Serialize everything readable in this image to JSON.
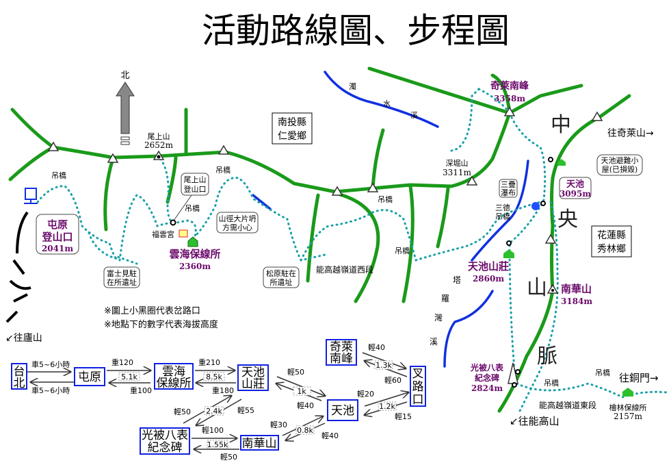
{
  "title": "活動路線圖、步程圖",
  "north": "北",
  "regions": {
    "nantou": [
      "南投縣",
      "仁愛鄉"
    ],
    "hualien": [
      "花蓮縣",
      "秀林鄉"
    ]
  },
  "range_chars": [
    "中",
    "央",
    "山",
    "脈"
  ],
  "rivers": {
    "zhuoshui": [
      "濁",
      "水",
      "溪"
    ],
    "taroko": [
      "塔",
      "羅",
      "灣",
      "溪"
    ]
  },
  "places": {
    "tunyuan": {
      "name1": "屯原",
      "name2": "登山口",
      "elev": "2041m"
    },
    "yunhai": {
      "name": "雲海保線所",
      "elev": "2360m"
    },
    "weishang_peak": {
      "name": "尾上山",
      "elev": "2652m"
    },
    "weishang_trailhead": [
      "尾上山",
      "登山口"
    ],
    "fuyun": "福雲宮",
    "fujian": [
      "富士見駐",
      "在所遺址"
    ],
    "songyuan": [
      "松原駐在",
      "所遺址"
    ],
    "landslide": [
      "山徑大片坍",
      "方需小心"
    ],
    "nenggao_west": "能高越嶺道西段",
    "shenjue": {
      "name": "深堀山",
      "elev": "3311m"
    },
    "qilai_south": {
      "name": "奇萊南峰",
      "elev": "3358m"
    },
    "to_qilai": "往奇萊山→",
    "shelter": [
      "天池避難小",
      "屋(已損毀)"
    ],
    "tianchi": {
      "name": "天池",
      "elev": "3095m"
    },
    "sandie": [
      "三疊",
      "瀑布"
    ],
    "sande": [
      "三德",
      "吊橋"
    ],
    "tianchi_lodge": {
      "name": "天池山莊",
      "elev": "2860m"
    },
    "nanhua": {
      "name": "南華山",
      "elev": "3184m"
    },
    "guangbei": {
      "name1": "光被八表",
      "name2": "紀念碑",
      "elev": "2824m"
    },
    "nenggao_east": "能高越嶺道東段",
    "kuailin": {
      "name": "檜林保線所",
      "elev": "2157m"
    },
    "to_tongmen": "往銅門→",
    "to_nenggao": "↙往能高山",
    "to_lushan": "↙往廬山",
    "bridge": "吊橋"
  },
  "notes": [
    "※圖上小黑圈代表岔路口",
    "※地點下的數字代表海拔高度"
  ],
  "route": {
    "nodes": {
      "taipei": [
        "台",
        "北"
      ],
      "tunyuan": "屯原",
      "yunhai": [
        "雲海",
        "保線所"
      ],
      "lodge": [
        "天池",
        "山莊"
      ],
      "qilai": [
        "奇萊",
        "南峰"
      ],
      "junction": [
        "叉",
        "路",
        "口"
      ],
      "tianchi": "天池",
      "guangbei": [
        "光被八表",
        "紀念碑"
      ],
      "nanhua": "南華山"
    },
    "edges": {
      "taipei_tunyuan": {
        "fwd": "車5~6小時",
        "back": "車5~6小時"
      },
      "tunyuan_yunhai": {
        "fwd": "重120",
        "back": "重100",
        "dist": "5.1k"
      },
      "yunhai_lodge": {
        "fwd": "重210",
        "back": "重180",
        "dist": "8.5k"
      },
      "lodge_tianchi": {
        "fwd": "輕50",
        "back": "輕40",
        "dist": "1k"
      },
      "qilai_junction": {
        "fwd": "輕40",
        "back": "輕60",
        "dist": "1.3k"
      },
      "tianchi_junction": {
        "fwd": "輕20",
        "back": "輕15",
        "dist": "1.2k"
      },
      "lodge_guangbei": {
        "fwd": "輕55",
        "back": "輕50",
        "dist": "2.4k"
      },
      "guangbei_nanhua": {
        "fwd": "輕100",
        "back": "輕50",
        "dist": "1.55k"
      },
      "nanhua_tianchi": {
        "fwd": "輕30",
        "back": "輕40",
        "dist": "0.8k"
      }
    }
  },
  "colors": {
    "ridge": "#1a9a1a",
    "river": "#1030e0",
    "trail": "#19a0a8",
    "label": "#6a0a6a",
    "box": "#1020e0"
  }
}
